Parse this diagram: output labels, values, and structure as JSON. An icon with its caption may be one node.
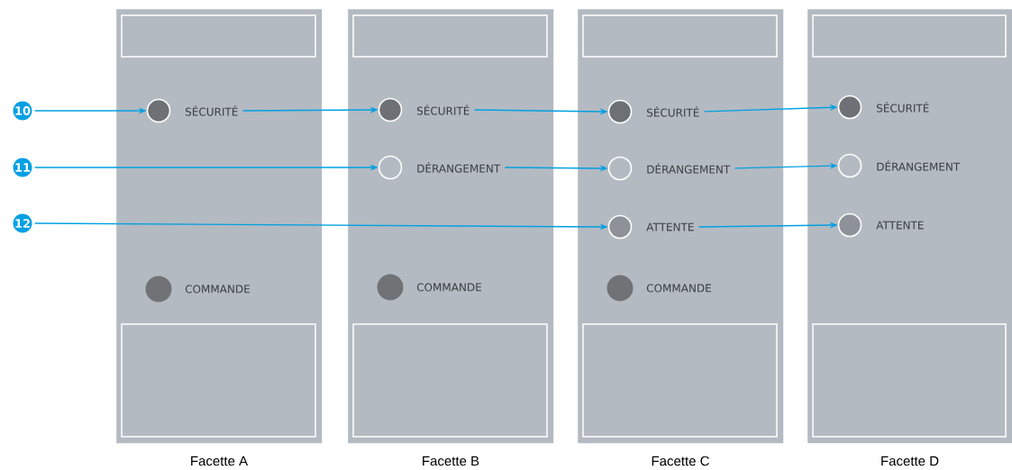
{
  "diagram": {
    "nodes": [
      {
        "text": [
          "10"
        ]
      },
      {
        "text": [
          "11"
        ]
      },
      {
        "text": [
          "12"
        ]
      },
      {
        "text": [],
        "shape": "box",
        "beside": [
          "Facette A"
        ]
      },
      {
        "text": [],
        "shape": "circle",
        "in": 3
      },
      {
        "text": [
          "SÉCURITÉ"
        ],
        "in": 3
      },
      {
        "text": [],
        "shape": "circle",
        "in": 3
      },
      {
        "text": [
          "COMMANDE"
        ],
        "in": 3
      },
      {
        "text": [],
        "shape": "box",
        "beside": [
          "Facette B"
        ]
      },
      {
        "text": [],
        "shape": "circle",
        "in": 8
      },
      {
        "text": [
          "SÉCURITÉ"
        ],
        "in": 8
      },
      {
        "text": [],
        "shape": "circle",
        "in": 8
      },
      {
        "text": [
          "DÉRANGEMENT"
        ],
        "in": 8
      },
      {
        "text": [],
        "shape": "circle",
        "in": 8
      },
      {
        "text": [
          "COMMANDE"
        ],
        "in": 8
      },
      {
        "text": [],
        "shape": "box",
        "beside": [
          "Facette C"
        ]
      },
      {
        "text": [],
        "shape": "circle",
        "in": 15
      },
      {
        "text": [
          "SÉCURITÉ"
        ],
        "in": 15
      },
      {
        "text": [],
        "shape": "circle",
        "in": 15
      },
      {
        "text": [
          "DÉRANGEMENT"
        ],
        "in": 15
      },
      {
        "text": [],
        "shape": "circle",
        "in": 15
      },
      {
        "text": [
          "ATTENTE"
        ],
        "in": 15
      },
      {
        "text": [],
        "shape": "circle",
        "in": 15
      },
      {
        "text": [
          "COMMANDE"
        ],
        "in": 15
      },
      {
        "text": [],
        "shape": "box",
        "beside": [
          "Facette D"
        ]
      },
      {
        "text": [],
        "shape": "circle",
        "in": 24
      },
      {
        "text": [
          "SÉCURITÉ"
        ],
        "in": 24
      },
      {
        "text": [],
        "shape": "circle",
        "in": 24
      },
      {
        "text": [
          "DÉRANGEMENT"
        ],
        "in": 24
      },
      {
        "text": [],
        "shape": "circle",
        "in": 24
      },
      {
        "text": [
          "ATTENTE"
        ],
        "in": 24
      }
    ],
    "edges": [
      {
        "from": 0,
        "to": 4,
        "arrow": "to"
      },
      {
        "from": 5,
        "to": 9,
        "arrow": "to"
      },
      {
        "from": 10,
        "to": 16,
        "arrow": "to"
      },
      {
        "from": 17,
        "to": 25,
        "arrow": "to"
      },
      {
        "from": 1,
        "to": 11,
        "arrow": "to"
      },
      {
        "from": 12,
        "to": 18,
        "arrow": "to"
      },
      {
        "from": 19,
        "to": 27,
        "arrow": "to"
      },
      {
        "from": 2,
        "to": 20,
        "arrow": "to"
      },
      {
        "from": 21,
        "to": 29,
        "arrow": "to"
      }
    ]
  }
}
